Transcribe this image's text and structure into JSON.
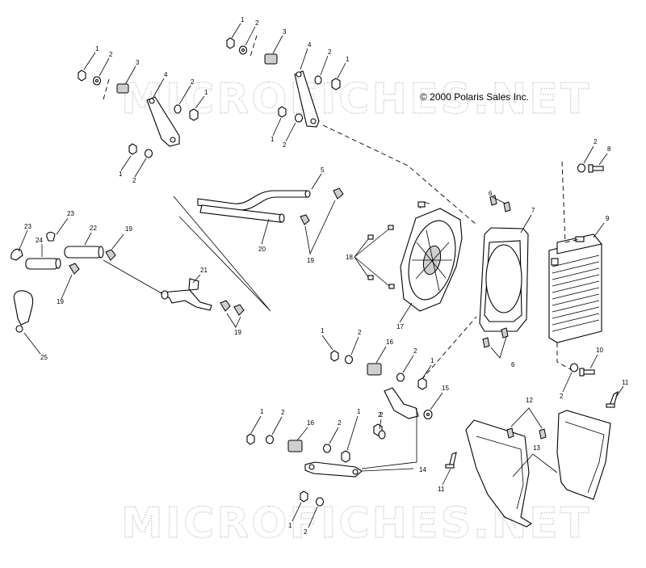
{
  "watermark": {
    "text": "MICROFICHES.NET"
  },
  "copyright": "© 2000 Polaris Sales Inc.",
  "callouts": {
    "tl1a": "1",
    "tl2a": "2",
    "tl3": "3",
    "tl4": "4",
    "tl2b": "2",
    "tl1b": "1",
    "tl1c": "1",
    "tl2c": "2",
    "tc1a": "1",
    "tc2a": "2",
    "tc3": "3",
    "tc4": "4",
    "tc2b": "2",
    "tc1b": "1",
    "tc1c": "1",
    "tc2c": "2",
    "p5": "5",
    "p20": "20",
    "p19a": "19",
    "p23a": "23",
    "p23b": "23",
    "p24": "24",
    "p22": "22",
    "p19b": "19",
    "p19c": "19",
    "p21": "21",
    "p19d": "19",
    "p25": "25",
    "p18": "18",
    "p17": "17",
    "p6a": "6",
    "p7": "7",
    "p6b": "6",
    "p2r": "2",
    "p8": "8",
    "p9": "9",
    "p10": "10",
    "p2r2": "2",
    "p11a": "11",
    "m1a": "1",
    "m2a": "2",
    "m16a": "16",
    "m2b": "2",
    "m1b": "1",
    "m15": "15",
    "m2c": "2",
    "b1a": "1",
    "b2a": "2",
    "b16": "16",
    "b2b": "2",
    "b1b": "1",
    "b2c": "2",
    "b14": "14",
    "b1c": "1",
    "b2d": "2",
    "p12": "12",
    "p13": "13",
    "p11b": "11"
  }
}
